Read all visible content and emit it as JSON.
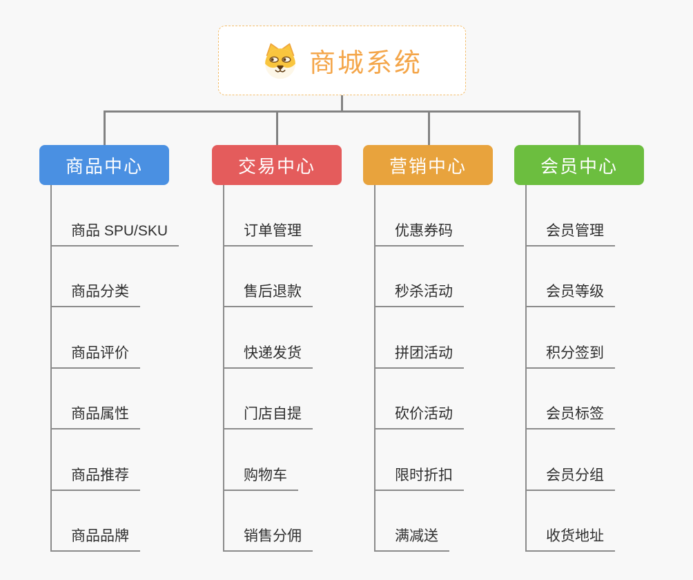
{
  "root": {
    "label": "商城系统",
    "icon": "dog-face-icon",
    "accent_color": "#f4a64a",
    "border_color": "#f3bd6b",
    "background": "#ffffff"
  },
  "branches": [
    {
      "label": "商品中心",
      "color": "#4a90e2",
      "items": [
        "商品 SPU/SKU",
        "商品分类",
        "商品评价",
        "商品属性",
        "商品推荐",
        "商品品牌"
      ]
    },
    {
      "label": "交易中心",
      "color": "#e45c5c",
      "items": [
        "订单管理",
        "售后退款",
        "快递发货",
        "门店自提",
        "购物车",
        "销售分佣"
      ]
    },
    {
      "label": "营销中心",
      "color": "#e8a33d",
      "items": [
        "优惠券码",
        "秒杀活动",
        "拼团活动",
        "砍价活动",
        "限时折扣",
        "满减送"
      ]
    },
    {
      "label": "会员中心",
      "color": "#6cbe3f",
      "items": [
        "会员管理",
        "会员等级",
        "积分签到",
        "会员标签",
        "会员分组",
        "收货地址"
      ]
    }
  ],
  "colors": {
    "page_background": "#f8f8f8",
    "connector_line": "#828282",
    "branch_line": "#8a8a8a",
    "item_text": "#2e2e2e",
    "header_text": "#ffffff"
  }
}
